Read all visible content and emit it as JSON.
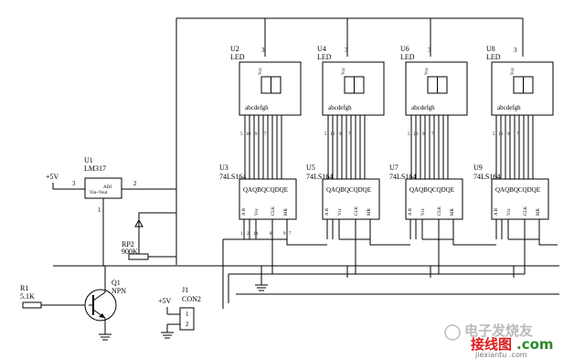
{
  "chips": {
    "u1": {
      "ref": "U1",
      "part": "LM317",
      "pin_in": "3",
      "pin_out": "2",
      "pin_adj": "1",
      "pin_names": "Vin~Vout",
      "adj_label": "ADJ"
    },
    "leds": [
      {
        "ref": "U2",
        "part": "LED",
        "vcc_pin": "3"
      },
      {
        "ref": "U4",
        "part": "LED",
        "vcc_pin": "3"
      },
      {
        "ref": "U6",
        "part": "LED",
        "vcc_pin": "3"
      },
      {
        "ref": "U8",
        "part": "LED",
        "vcc_pin": "3"
      }
    ],
    "registers": [
      {
        "ref": "U3",
        "part": "74LS164"
      },
      {
        "ref": "U5",
        "part": "74LS164"
      },
      {
        "ref": "U7",
        "part": "74LS164"
      },
      {
        "ref": "U9",
        "part": "74LS164"
      }
    ],
    "pin_labels": {
      "vcc": "Vcc",
      "clk": "CLK",
      "mr": "MR",
      "ab": "A B",
      "bottom_pins": [
        "1",
        "2",
        "14",
        "8",
        "9",
        "7"
      ]
    }
  },
  "parts": {
    "rp2": {
      "ref": "RP2",
      "value": "900K"
    },
    "r1": {
      "ref": "R1",
      "value": "5.1K"
    },
    "q1": {
      "ref": "Q1",
      "type": "NPN"
    },
    "j1": {
      "ref": "J1",
      "part": "CON2",
      "pins": [
        "1",
        "2"
      ]
    },
    "supply_label": "+5V",
    "supply_label_j1": "+5V"
  },
  "watermark": {
    "line1": "电子发烧友",
    "line2": "接线图",
    "dotcom": ".com",
    "url": "jiexiantu .com"
  },
  "colors": {
    "wire": "#000000",
    "watermark_red": "#e01818",
    "watermark_green": "#2a8a2a"
  }
}
